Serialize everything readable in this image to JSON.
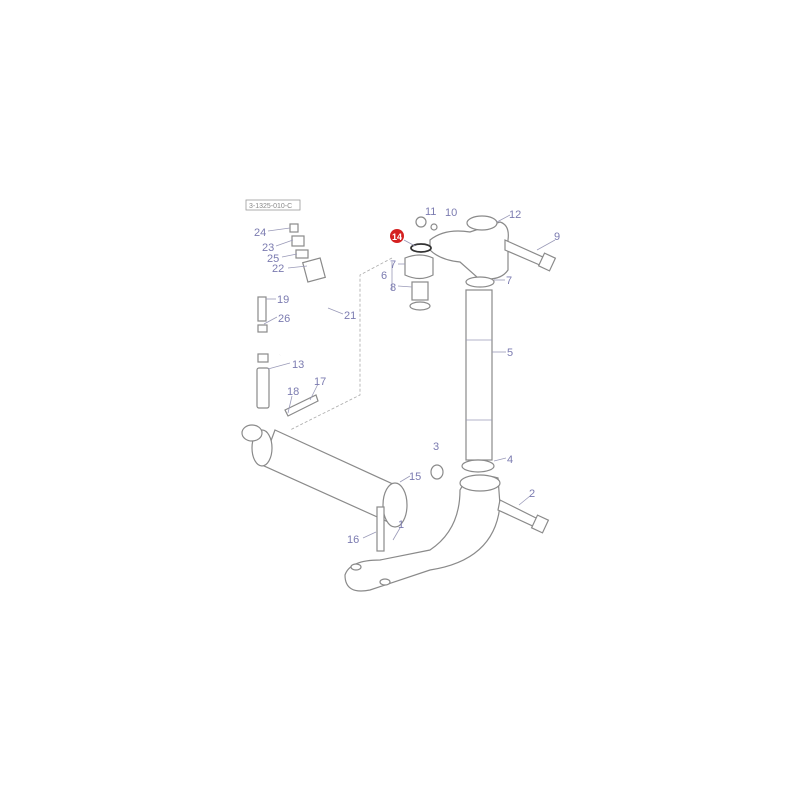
{
  "diagram": {
    "reference_code": "3-1325-010-C",
    "highlight_color": "#d42020",
    "highlighted_part": "14",
    "callouts": [
      "1",
      "2",
      "3",
      "4",
      "5",
      "6",
      "7",
      "7",
      "8",
      "9",
      "10",
      "11",
      "12",
      "13",
      "14",
      "15",
      "16",
      "17",
      "18",
      "19",
      "21",
      "22",
      "23",
      "24",
      "25",
      "26"
    ]
  }
}
